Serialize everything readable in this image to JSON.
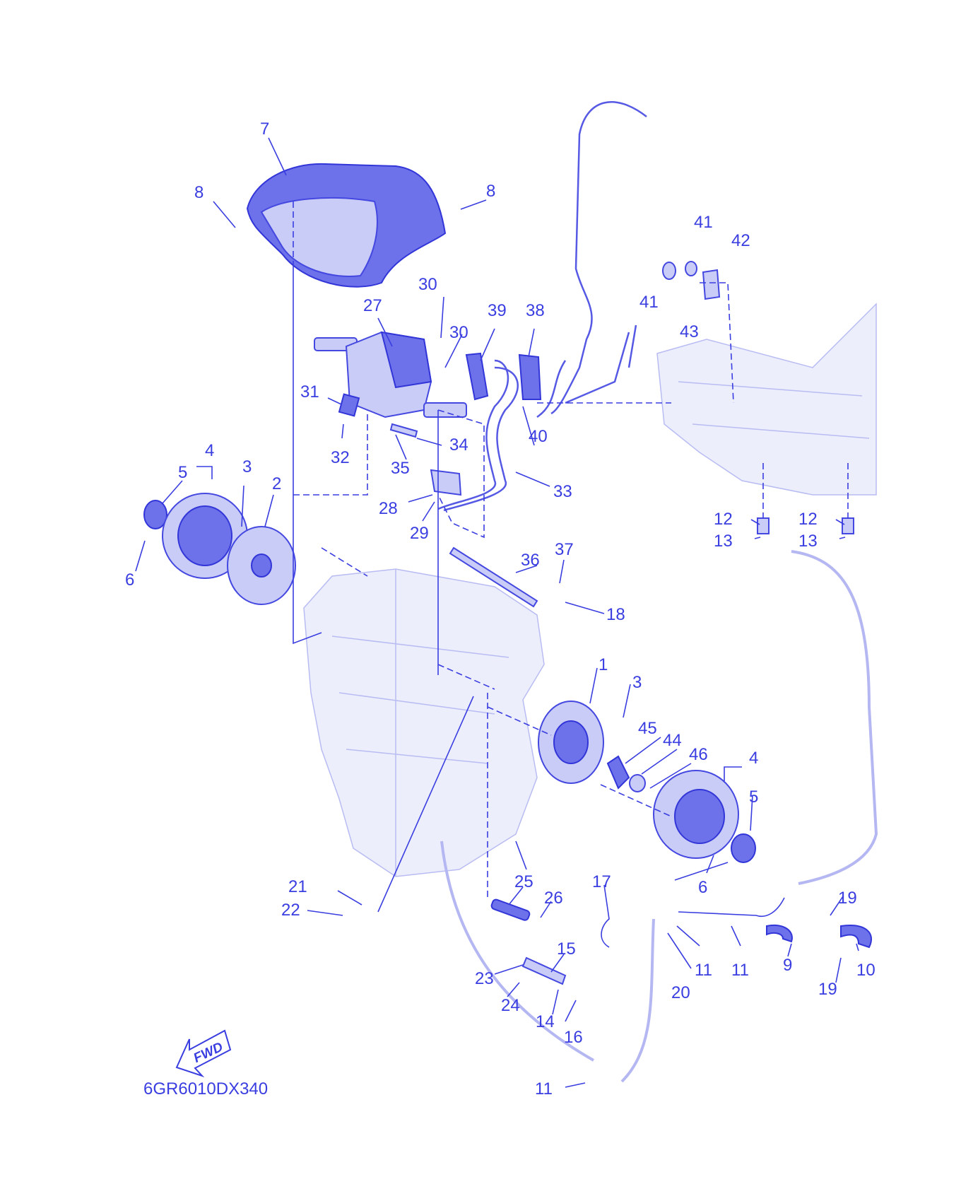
{
  "diagram_code": "6GR6010DX340",
  "fwd_label": "FWD",
  "callouts": [
    {
      "id": "c7",
      "text": "7"
    },
    {
      "id": "c8a",
      "text": "8"
    },
    {
      "id": "c8b",
      "text": "8"
    },
    {
      "id": "c41a",
      "text": "41"
    },
    {
      "id": "c42",
      "text": "42"
    },
    {
      "id": "c41b",
      "text": "41"
    },
    {
      "id": "c43",
      "text": "43"
    },
    {
      "id": "c30a",
      "text": "30"
    },
    {
      "id": "c30b",
      "text": "30"
    },
    {
      "id": "c27",
      "text": "27"
    },
    {
      "id": "c39",
      "text": "39"
    },
    {
      "id": "c38",
      "text": "38"
    },
    {
      "id": "c31",
      "text": "31"
    },
    {
      "id": "c32",
      "text": "32"
    },
    {
      "id": "c34",
      "text": "34"
    },
    {
      "id": "c35",
      "text": "35"
    },
    {
      "id": "c40",
      "text": "40"
    },
    {
      "id": "c33",
      "text": "33"
    },
    {
      "id": "c4a",
      "text": "4"
    },
    {
      "id": "c5a",
      "text": "5"
    },
    {
      "id": "c3a",
      "text": "3"
    },
    {
      "id": "c2",
      "text": "2"
    },
    {
      "id": "c6a",
      "text": "6"
    },
    {
      "id": "c28",
      "text": "28"
    },
    {
      "id": "c29",
      "text": "29"
    },
    {
      "id": "c12a",
      "text": "12"
    },
    {
      "id": "c13a",
      "text": "13"
    },
    {
      "id": "c12b",
      "text": "12"
    },
    {
      "id": "c13b",
      "text": "13"
    },
    {
      "id": "c36",
      "text": "36"
    },
    {
      "id": "c37",
      "text": "37"
    },
    {
      "id": "c18",
      "text": "18"
    },
    {
      "id": "c1",
      "text": "1"
    },
    {
      "id": "c3b",
      "text": "3"
    },
    {
      "id": "c45",
      "text": "45"
    },
    {
      "id": "c44",
      "text": "44"
    },
    {
      "id": "c46",
      "text": "46"
    },
    {
      "id": "c4b",
      "text": "4"
    },
    {
      "id": "c5b",
      "text": "5"
    },
    {
      "id": "c6b",
      "text": "6"
    },
    {
      "id": "c21",
      "text": "21"
    },
    {
      "id": "c22",
      "text": "22"
    },
    {
      "id": "c25",
      "text": "25"
    },
    {
      "id": "c26",
      "text": "26"
    },
    {
      "id": "c17",
      "text": "17"
    },
    {
      "id": "c15",
      "text": "15"
    },
    {
      "id": "c23",
      "text": "23"
    },
    {
      "id": "c24",
      "text": "24"
    },
    {
      "id": "c14",
      "text": "14"
    },
    {
      "id": "c16",
      "text": "16"
    },
    {
      "id": "c11a",
      "text": "11"
    },
    {
      "id": "c11b",
      "text": "11"
    },
    {
      "id": "c20",
      "text": "20"
    },
    {
      "id": "c19a",
      "text": "19"
    },
    {
      "id": "c9",
      "text": "9"
    },
    {
      "id": "c10",
      "text": "10"
    },
    {
      "id": "c19b",
      "text": "19"
    },
    {
      "id": "c11c",
      "text": "11"
    }
  ]
}
